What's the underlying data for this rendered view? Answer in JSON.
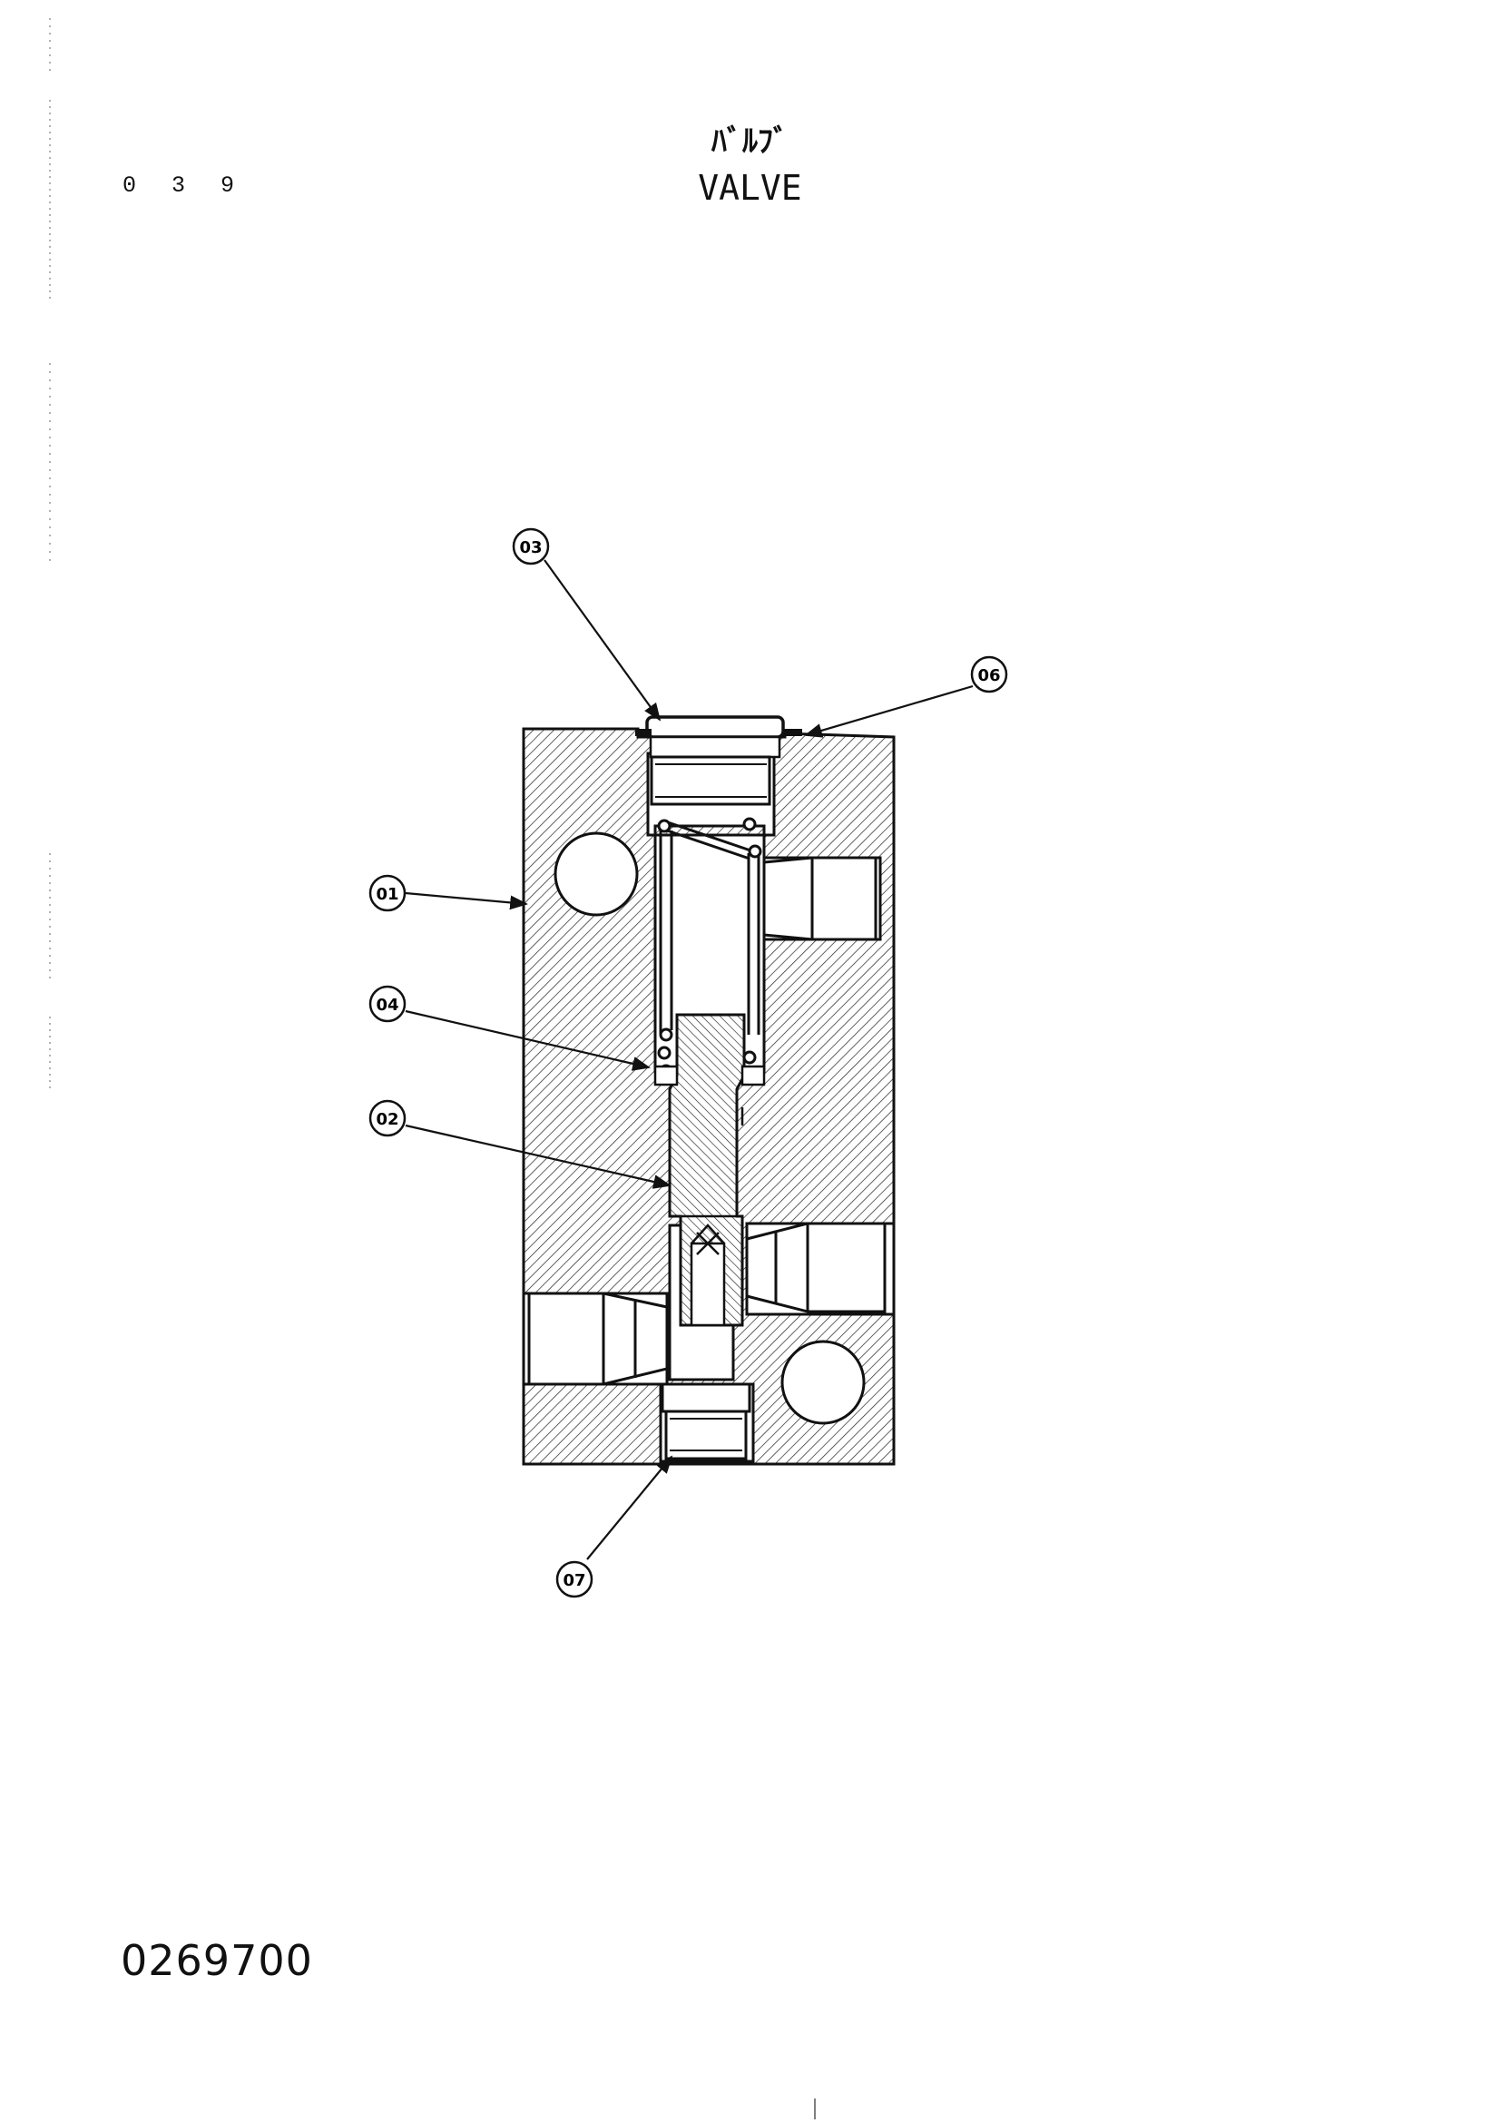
{
  "header": {
    "page_number": "0 3 9",
    "title_japanese": "ﾊﾞﾙﾌﾞ",
    "title": "VALVE"
  },
  "callouts": [
    {
      "id": "03",
      "label": "03"
    },
    {
      "id": "06",
      "label": "06"
    },
    {
      "id": "01",
      "label": "01"
    },
    {
      "id": "04",
      "label": "04"
    },
    {
      "id": "02",
      "label": "02"
    },
    {
      "id": "07",
      "label": "07"
    }
  ],
  "footer": {
    "document_number": "0269700"
  },
  "colors": {
    "ink": "#111111",
    "paper": "#ffffff"
  }
}
